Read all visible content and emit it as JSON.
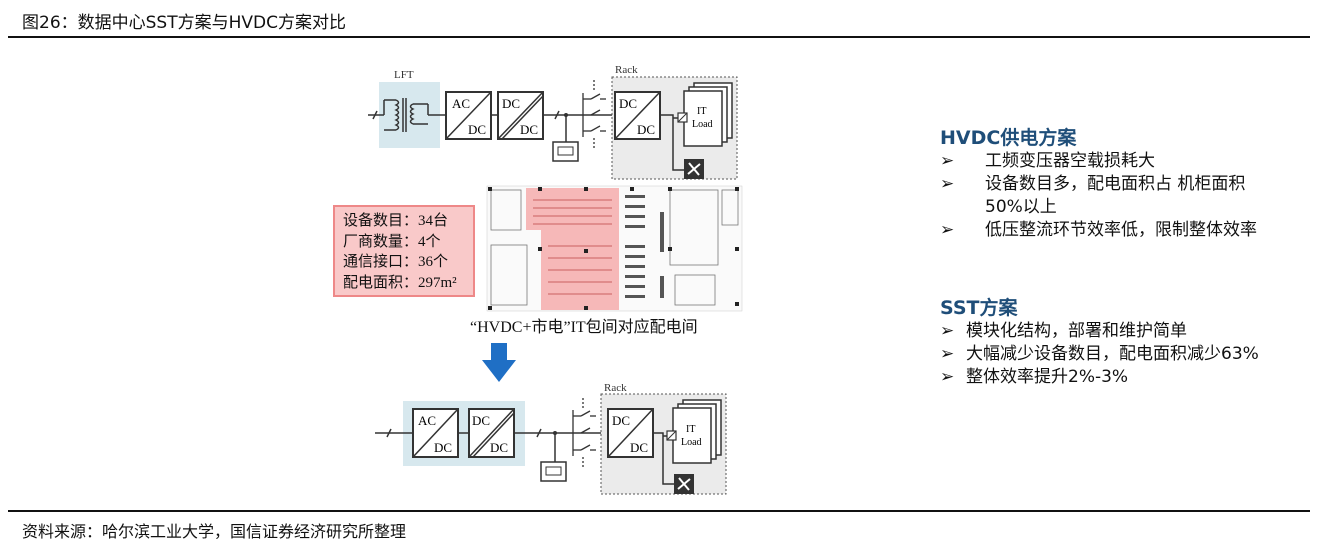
{
  "figure": {
    "title": "图26：数据中心SST方案与HVDC方案对比",
    "source": "资料来源：哈尔滨工业大学，国信证券经济研究所整理"
  },
  "top_diagram": {
    "transformer_label": "LFT",
    "rack_label": "Rack",
    "converter1": {
      "top": "AC",
      "bottom": "DC"
    },
    "converter2": {
      "top": "DC",
      "bottom": "DC"
    },
    "rack_converter": {
      "top": "DC",
      "bottom": "DC"
    },
    "load_line1": "IT",
    "load_line2": "Load"
  },
  "stats_box": {
    "lines": [
      "设备数目：34台",
      "厂商数量：4个",
      "通信接口：36个",
      "配电面积：297m²"
    ]
  },
  "floorplan_caption": "“HVDC+市电”IT包间对应配电间",
  "bottom_diagram": {
    "rack_label": "Rack",
    "converter1": {
      "top": "AC",
      "bottom": "DC"
    },
    "converter2": {
      "top": "DC",
      "bottom": "DC"
    },
    "rack_converter": {
      "top": "DC",
      "bottom": "DC"
    },
    "load_line1": "IT",
    "load_line2": "Load"
  },
  "hvdc_panel": {
    "heading": "HVDC供电方案",
    "bullet": "➢",
    "items": [
      "工频变压器空载损耗大",
      "设备数目多，配电面积占 机柜面积50%以上",
      "低压整流环节效率低，限制整体效率"
    ]
  },
  "sst_panel": {
    "heading": "SST方案",
    "bullet": "➢",
    "items": [
      "模块化结构，部署和维护简单",
      "大幅减少设备数目，配电面积减少63%",
      "整体效率提升2%-3%"
    ]
  },
  "colors": {
    "heading_blue": "#1f4e79",
    "arrow_blue": "#1f6fc5",
    "highlight_teal": "#d7e8ee",
    "highlight_red": "#f9c9c9"
  }
}
